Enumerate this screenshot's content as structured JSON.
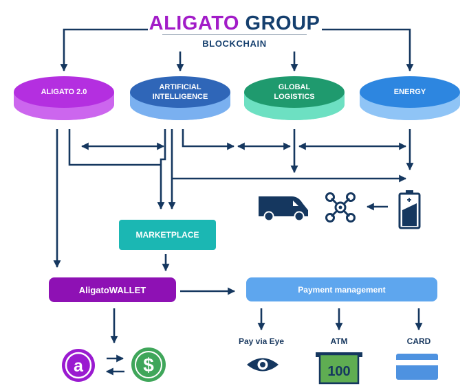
{
  "header": {
    "brand_part1": "ALIGATO",
    "brand_part2": "GROUP",
    "subtitle": "BLOCKCHAIN"
  },
  "divisions": [
    {
      "line1": "ALIGATO 2.0",
      "line2": ""
    },
    {
      "line1": "ARTIFICIAL",
      "line2": "INTELLIGENCE"
    },
    {
      "line1": "GLOBAL",
      "line2": "LOGISTICS"
    },
    {
      "line1": "ENERGY",
      "line2": ""
    }
  ],
  "marketplace": "MARKETPLACE",
  "wallet": "AligatoWALLET",
  "payment_management": "Payment management",
  "payment_methods": {
    "eye": "Pay via Eye",
    "atm": "ATM",
    "card": "CARD"
  },
  "atm_screen_value": "100",
  "coin_symbols": {
    "aligato": "a",
    "dollar": "$"
  },
  "icons": [
    "van-icon",
    "drone-icon",
    "battery-icon",
    "eye-icon",
    "atm-icon",
    "card-icon",
    "aligato-coin-icon",
    "dollar-coin-icon"
  ],
  "colors": {
    "purple": "#a21cc8",
    "navy": "#153f6e",
    "blue": "#2f66b8",
    "green": "#1f9a6e",
    "sky": "#2d86e0",
    "teal": "#1bb7b3",
    "wallet": "#8e11b4",
    "payment": "#5ea6ee"
  }
}
